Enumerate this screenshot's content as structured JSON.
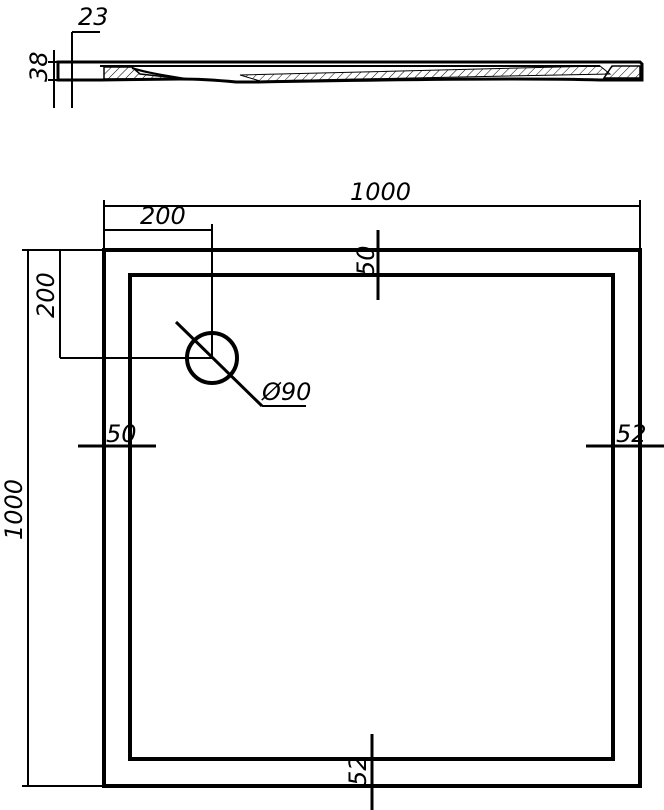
{
  "drawing": {
    "side_view": {
      "total_height_label": "38",
      "edge_thickness_label": "23"
    },
    "plan_view": {
      "width_label": "1000",
      "height_label": "1000",
      "drain_offset_x_label": "200",
      "drain_offset_y_label": "200",
      "drain_diameter_label": "Ø90",
      "top_margin_label": "50",
      "left_margin_label": "50",
      "right_margin_label": "52",
      "bottom_margin_label": "52"
    }
  }
}
